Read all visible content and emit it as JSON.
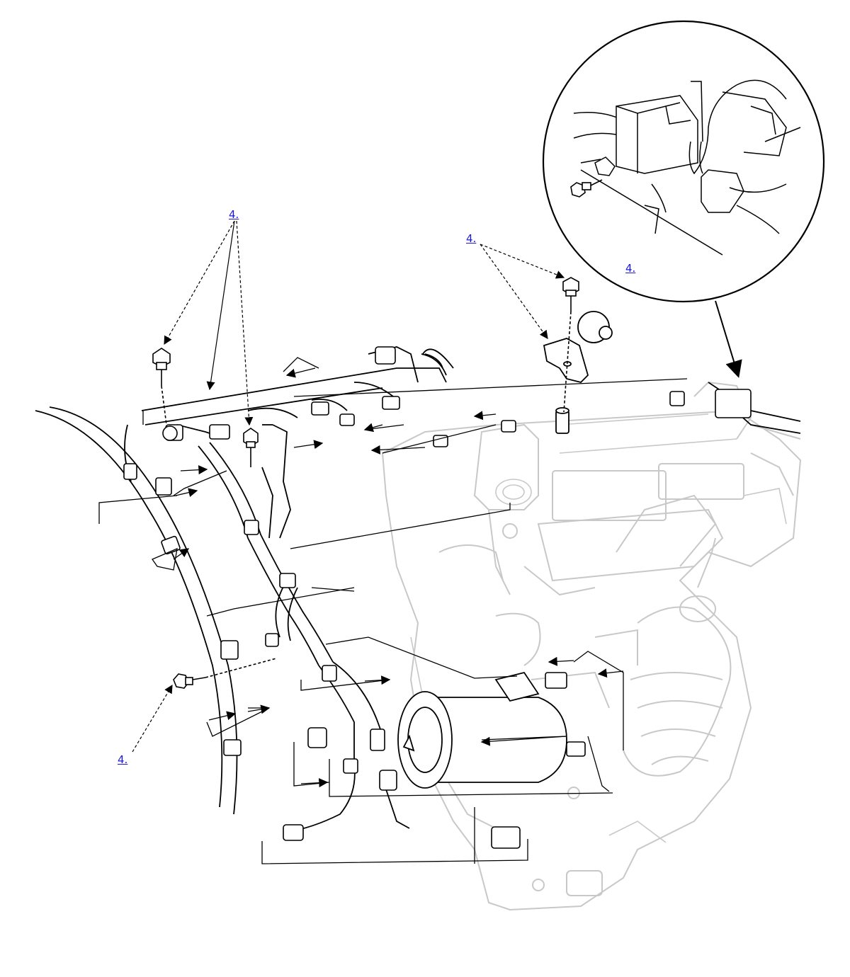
{
  "diagram": {
    "callouts": [
      {
        "id": "c1",
        "label": "4."
      },
      {
        "id": "c2",
        "label": "4."
      },
      {
        "id": "c3",
        "label": "4."
      },
      {
        "id": "c4",
        "label": "4."
      }
    ]
  }
}
